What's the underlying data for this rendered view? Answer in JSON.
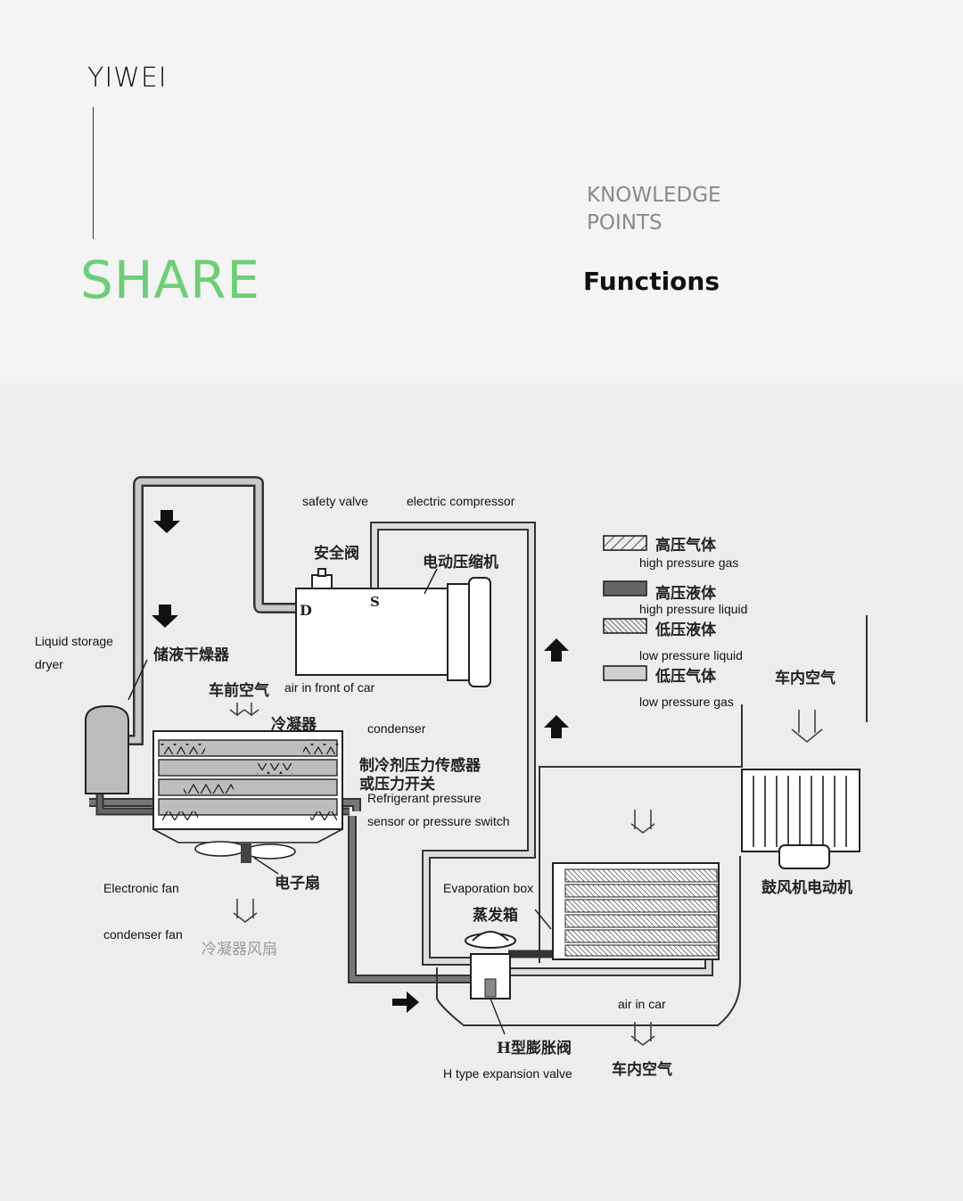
{
  "header": {
    "brand": "YIWEI",
    "share": "SHARE",
    "knowledge_line1": "KNOWLEDGE",
    "knowledge_line2": "POINTS",
    "section_title": "Functions"
  },
  "labels": {
    "safety_valve": "safety valve",
    "electric_compressor": "electric compressor",
    "liquid_storage_1": "Liquid storage",
    "liquid_storage_2": "dryer",
    "air_front": "air in front of car",
    "condenser": "condenser",
    "refrigerant_1": "Refrigerant pressure",
    "refrigerant_2": "sensor or pressure switch",
    "electronic_fan": "Electronic fan",
    "condenser_fan": "condenser fan",
    "evaporation_box": "Evaporation box",
    "air_in_car": "air in car",
    "h_valve": "H type expansion valve"
  },
  "chinese": {
    "safety_valve": "安全阀",
    "compressor": "电动压缩机",
    "dryer": "储液干燥器",
    "air_front": "车前空气",
    "condenser": "冷凝器",
    "sensor_1": "制冷剂压力传感器",
    "sensor_2": "或压力开关",
    "fan": "电子扇",
    "condenser_fan": "冷凝器风扇",
    "evaporator": "蒸发箱",
    "h_valve": "H型膨胀阀",
    "air_in_car_bottom": "车内空气",
    "air_in_car_right": "车内空气",
    "blower": "鼓风机电动机",
    "port_d": "D",
    "port_s": "S"
  },
  "legend": [
    {
      "cn": "高压气体",
      "en": "high pressure gas",
      "pattern": "hatch-sparse"
    },
    {
      "cn": "高压液体",
      "en": "high pressure liquid",
      "pattern": "solid-dark"
    },
    {
      "cn": "低压液体",
      "en": "low pressure liquid",
      "pattern": "hatch-dense"
    },
    {
      "cn": "低压气体",
      "en": "low pressure gas",
      "pattern": "solid-light"
    }
  ],
  "colors": {
    "share": "#6ccf76",
    "knowledge": "#8a8a8a",
    "pipe_dark": "#555555",
    "pipe_light": "#cccccc"
  }
}
